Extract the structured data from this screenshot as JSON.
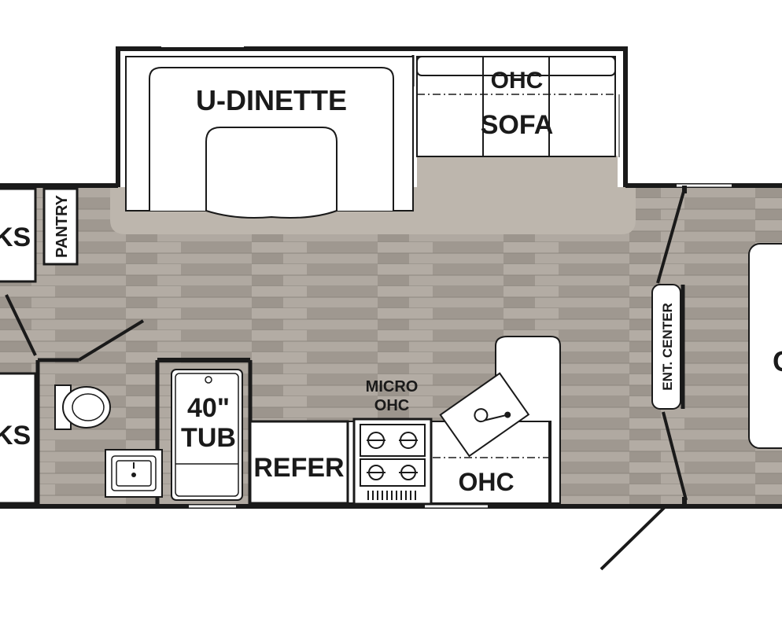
{
  "floorplan": {
    "rooms": {
      "dinette": "U-DINETTE",
      "ohc_sofa": "OHC",
      "sofa": "SOFA",
      "pantry": "PANTRY",
      "bunks_top": "KS",
      "bunks_bottom": "KS",
      "tub_line1": "40\"",
      "tub_line2": "TUB",
      "refer": "REFER",
      "micro_line1": "MICRO",
      "micro_line2": "OHC",
      "ohc_kitchen": "OHC",
      "ent_center": "ENT. CENTER",
      "right_partial": "C"
    },
    "colors": {
      "floor": "#a9a29a",
      "floor_dark": "#8f8780",
      "slide_floor": "#bdb6ad",
      "wall": "#1a1a1a",
      "fixture": "#ffffff"
    }
  }
}
